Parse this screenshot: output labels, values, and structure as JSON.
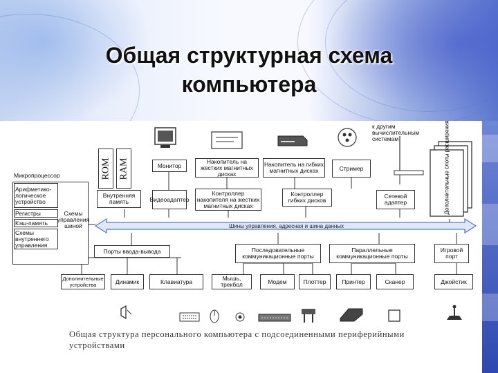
{
  "slide": {
    "title_line1": "Общая структурная схема",
    "title_line2": "компьютера"
  },
  "diagram": {
    "microprocessor": "Микропроцессор",
    "alu": "Арифметико-логическое устройство",
    "registers": "Регистры",
    "cache": "Кэш-память",
    "internal_control": "Схемы внутреннего управления",
    "bus_control": "Схемы управления шиной",
    "rom": "ROM",
    "ram": "RAM",
    "internal_memory": "Внутренняя память",
    "monitor": "Монитор",
    "video_adapter": "Видеоадаптер",
    "hdd": "Накопитель на жестких магнитных дисках",
    "hdd_controller": "Контроллер накопителя на жестких магнитных дисках",
    "fdd": "Накопитель на гибких магнитных дисках",
    "fdd_controller": "Контроллер гибких дисков",
    "streamer": "Стример",
    "network_adapter": "Сетевой адаптер",
    "network_label": "к другим вычислительным системам",
    "expansion_slots": "Дополнительные слоты расширения",
    "bus_label": "Шины управления, адресная и шина данных",
    "io_ports": "Порты ввода-вывода",
    "serial_ports": "Последовательные коммуникационные порты",
    "parallel_ports": "Параллельные коммуникационные порты",
    "game_port": "Игровой порт",
    "extra_devices": "Дополнительные устройства",
    "speaker": "Динамик",
    "keyboard": "Клавиатура",
    "mouse": "Мышь, трекбол",
    "modem": "Модем",
    "plotter": "Плоттер",
    "printer": "Принтер",
    "scanner": "Сканер",
    "joystick": "Джойстик"
  },
  "caption": {
    "line1": "Общая структура персонального компьютера с подсоединенными периферийными",
    "line2": "устройствами"
  },
  "colors": {
    "bus": "#5b79c9",
    "header_accent": "#3d5cc4"
  }
}
